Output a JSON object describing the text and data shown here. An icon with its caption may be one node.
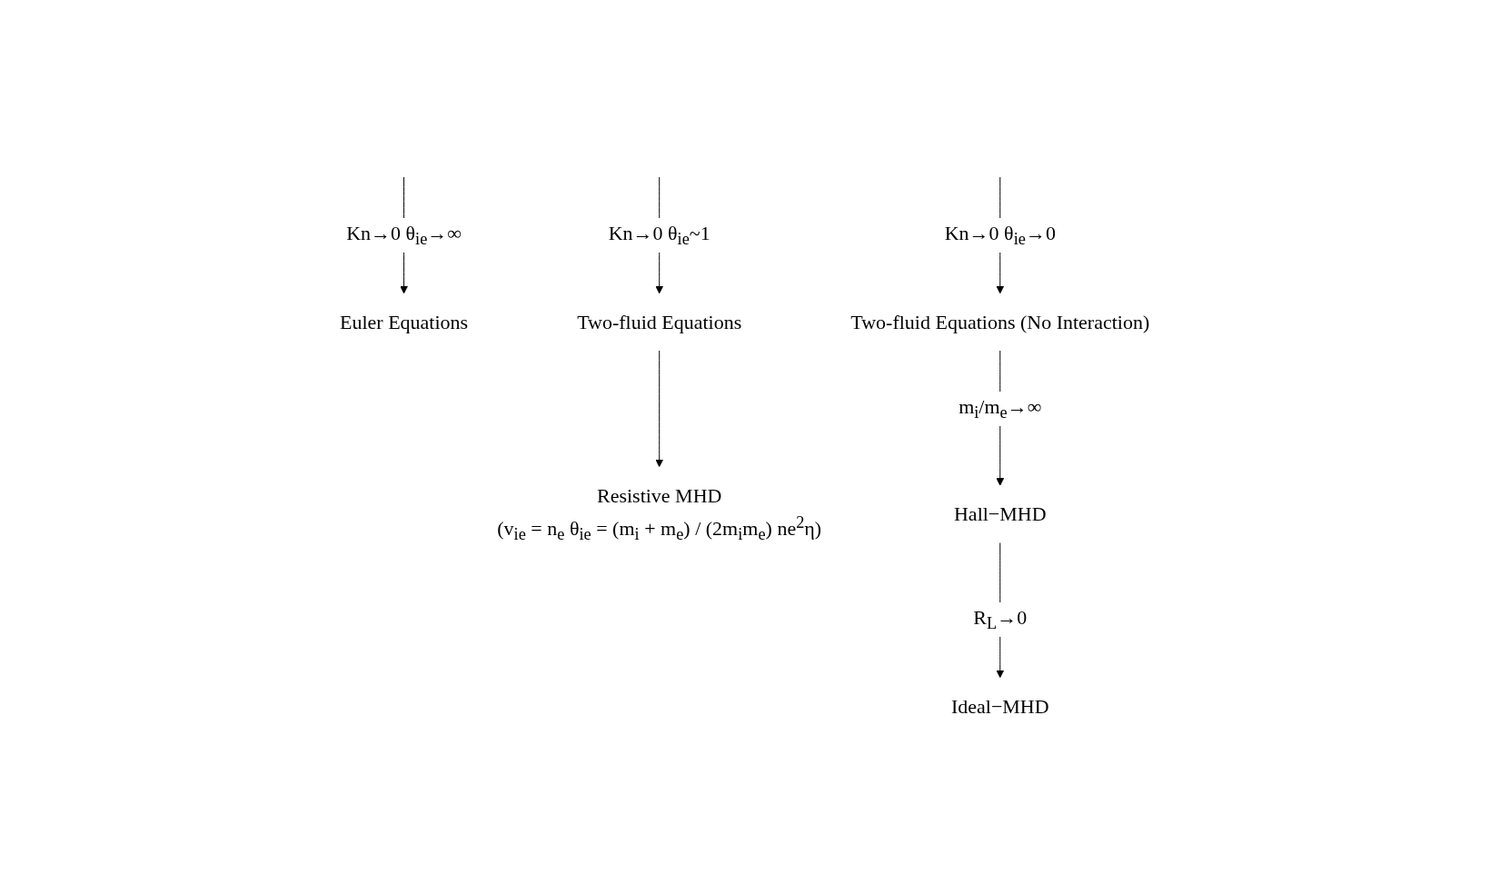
{
  "diagram": {
    "nodes": [
      {
        "text": [
          "Euler Equations"
        ]
      },
      {
        "text": [
          "Two-fluid Equations"
        ]
      },
      {
        "text": [
          "Two-fluid Equations (No Interaction)"
        ]
      },
      {
        "text": [
          "Resistive MHD",
          "(v$_{ie}$ = n$_{e}$ θ$_{ie}$ = (m$_{i}$ + m$_{e}$) / (2m$_{i}$m$_{e}$) ne$^{2}$η)"
        ]
      },
      {
        "text": [
          "Hall−MHD"
        ]
      },
      {
        "text": [
          "Ideal−MHD"
        ]
      }
    ],
    "edges": [
      {
        "from": null,
        "to": 0,
        "arrow": "to",
        "label": "Kn→0  θ$_{ie}$→∞"
      },
      {
        "from": null,
        "to": 1,
        "arrow": "to",
        "label": "Kn→0  θ$_{ie}$~1"
      },
      {
        "from": null,
        "to": 2,
        "arrow": "to",
        "label": "Kn→0  θ$_{ie}$→0"
      },
      {
        "from": 1,
        "to": 3,
        "arrow": "to"
      },
      {
        "from": 2,
        "to": 4,
        "arrow": "to",
        "label": "m$_{i}$/m$_{e}$→∞"
      },
      {
        "from": 4,
        "to": 5,
        "arrow": "to",
        "label": "R$_{L}$→0"
      }
    ]
  }
}
